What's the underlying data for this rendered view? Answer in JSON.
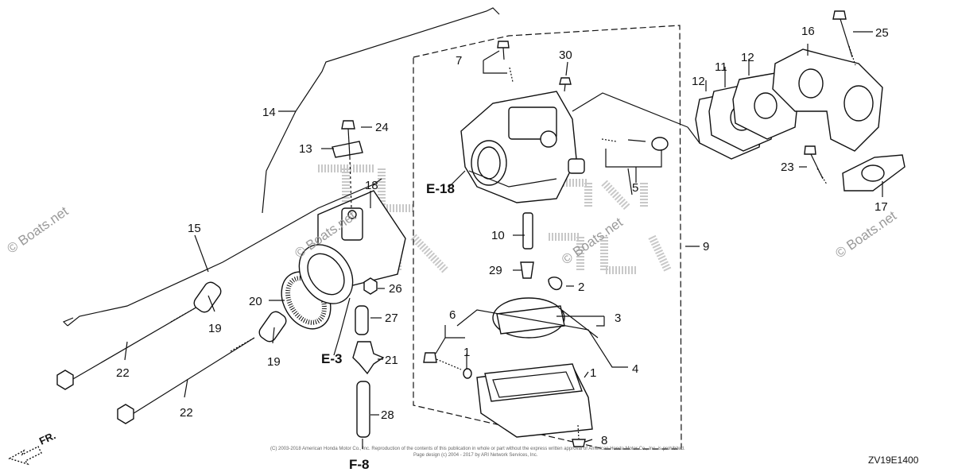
{
  "diagram": {
    "callouts": {
      "c1a": "1",
      "c1b": "1",
      "c2": "2",
      "c3": "3",
      "c4": "4",
      "c5": "5",
      "c6": "6",
      "c7": "7",
      "c8": "8",
      "c9": "9",
      "c10": "10",
      "c11": "11",
      "c12a": "12",
      "c12b": "12",
      "c13": "13",
      "c14": "14",
      "c15": "15",
      "c16": "16",
      "c17": "17",
      "c18": "18",
      "c19a": "19",
      "c19b": "19",
      "c20": "20",
      "c21": "21",
      "c22a": "22",
      "c22b": "22",
      "c23": "23",
      "c24": "24",
      "c25": "25",
      "c26": "26",
      "c27": "27",
      "c28": "28",
      "c29": "29",
      "c30": "30"
    },
    "refs": {
      "e18": "E-18",
      "e3": "E-3",
      "f8": "F-8"
    },
    "front_label": "FR.",
    "drawing_code": "ZV19E1400",
    "watermarks": [
      "© Boats.net",
      "© Boats.net",
      "© Boats.net",
      "© Boats.net"
    ],
    "copyright": "(C) 2003-2018 American Honda Motor Co., Inc. Reproduction of the contents of this publication in whole or part without the express written approval of American Honda Motor Co., Inc. is prohibited.",
    "copyright2": "Page design (c) 2004 - 2017 by ARI Network Services, Inc."
  }
}
